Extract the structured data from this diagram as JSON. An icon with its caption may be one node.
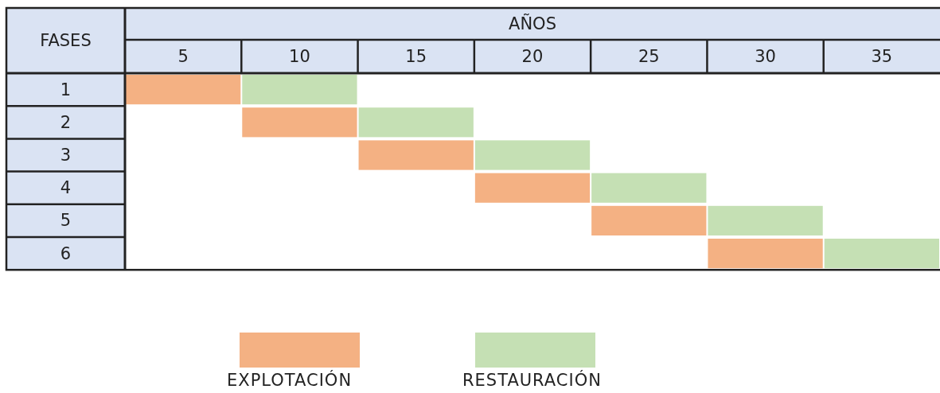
{
  "diagram": {
    "nodes": [
      {
        "text": [],
        "shape": "bar"
      },
      {
        "text": [],
        "shape": "bar"
      },
      {
        "text": [],
        "shape": "bar"
      },
      {
        "text": [],
        "shape": "bar"
      },
      {
        "text": [],
        "shape": "bar"
      },
      {
        "text": [],
        "shape": "bar"
      },
      {
        "text": [],
        "shape": "bar"
      },
      {
        "text": [],
        "shape": "bar"
      },
      {
        "text": [],
        "shape": "bar"
      },
      {
        "text": [],
        "shape": "bar"
      },
      {
        "text": [],
        "shape": "bar"
      },
      {
        "text": [],
        "shape": "bar"
      }
    ],
    "labels": [
      "FASES",
      "AÑOS",
      "5",
      "10",
      "15",
      "20",
      "25",
      "30",
      "35",
      "1",
      "2",
      "3",
      "4",
      "5",
      "6"
    ],
    "legend": [
      {
        "text": "EXPLOTACIÓN",
        "color": "#f4b183"
      },
      {
        "text": "RESTAURACIÓN",
        "color": "#c5e0b4"
      }
    ]
  }
}
